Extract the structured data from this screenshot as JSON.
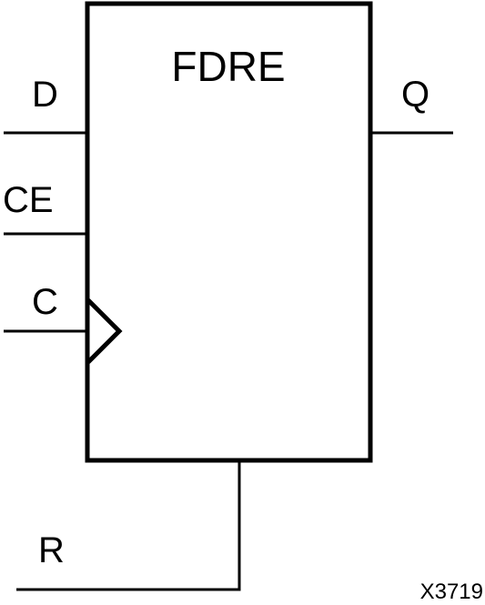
{
  "diagram": {
    "title": "FDRE",
    "figure_id": "X3719",
    "colors": {
      "stroke": "#000000",
      "background": "#ffffff",
      "text": "#000000"
    },
    "pins": {
      "d": "D",
      "ce": "CE",
      "c": "C",
      "q": "Q",
      "r": "R"
    }
  }
}
